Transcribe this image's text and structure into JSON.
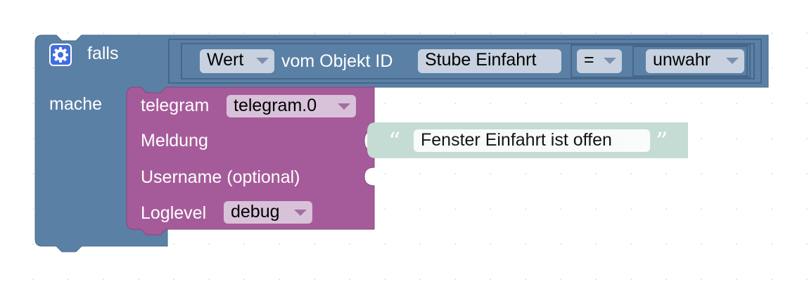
{
  "if_block": {
    "label_if": "falls",
    "label_do": "mache",
    "gear_icon": "gear-icon",
    "colors": {
      "block": "#5b80a5",
      "block_edge": "#4a6a8c",
      "dropdown": "#c7d1df"
    }
  },
  "condition": {
    "value_dropdown": "Wert",
    "text_from_object": "vom Objekt ID",
    "object_id": "Stube Einfahrt",
    "operator": "=",
    "compare_value": "unwahr"
  },
  "telegram_block": {
    "label": "telegram",
    "instance": "telegram.0",
    "label_message": "Meldung",
    "label_username": "Username (optional)",
    "label_loglevel": "Loglevel",
    "loglevel": "debug",
    "colors": {
      "block": "#a55b99",
      "dropdown": "#d8c2d9"
    }
  },
  "text_block": {
    "open_quote": "“",
    "text": "Fenster Einfahrt ist offen",
    "close_quote": "”",
    "colors": {
      "block": "#c5dcd5"
    }
  }
}
